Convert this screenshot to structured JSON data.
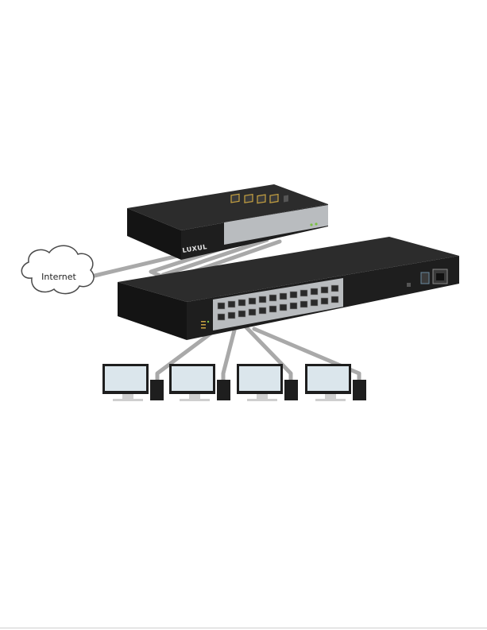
{
  "cloud": {
    "label": "Internet",
    "icon": "cloud-icon"
  },
  "router": {
    "brand": "LUXUL",
    "icon": "router-icon"
  },
  "switch": {
    "icon": "network-switch-icon",
    "port_count": 24
  },
  "workstations": [
    {
      "icon": "computer-monitor-icon"
    },
    {
      "icon": "computer-monitor-icon"
    },
    {
      "icon": "computer-monitor-icon"
    },
    {
      "icon": "computer-monitor-icon"
    }
  ],
  "colors": {
    "device_body": "#1e1e1e",
    "device_top": "#2c2c2c",
    "front_panel": "#b9bcbf",
    "cable": "#a9a9a9",
    "port_gold": "#c8a341",
    "led_green": "#7bc043",
    "monitor_screen": "#dbe6ec"
  }
}
